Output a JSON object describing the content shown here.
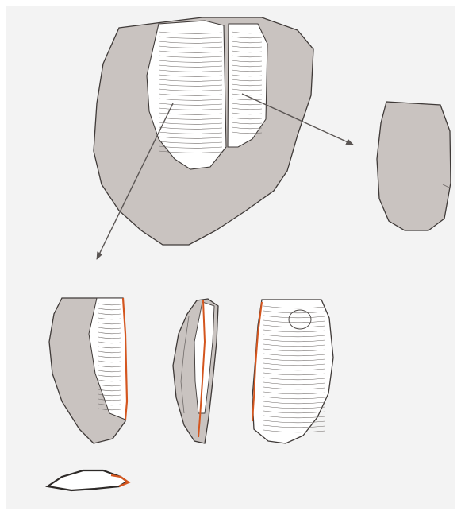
{
  "figure": {
    "colors": {
      "background": "#f3f3f3",
      "frame": "#ffffff",
      "cortex_fill": "#c9c3c0",
      "outline": "#3f3a38",
      "flake_scar_fill": "#ffffff",
      "ripple_lines": "#6f6a68",
      "arrow": "#5a5553",
      "retouch_edge": "#d4561f"
    },
    "parts": {
      "core": "core-with-removal-scars",
      "side_blank": "blank-cortical-face",
      "view_ventral": "blade-view-cortical",
      "view_profile": "blade-view-profile",
      "view_dorsal": "blade-view-dorsal",
      "view_section": "blade-cross-section"
    },
    "arrows": [
      "arrow-to-side-blank",
      "arrow-to-blade-views"
    ]
  }
}
